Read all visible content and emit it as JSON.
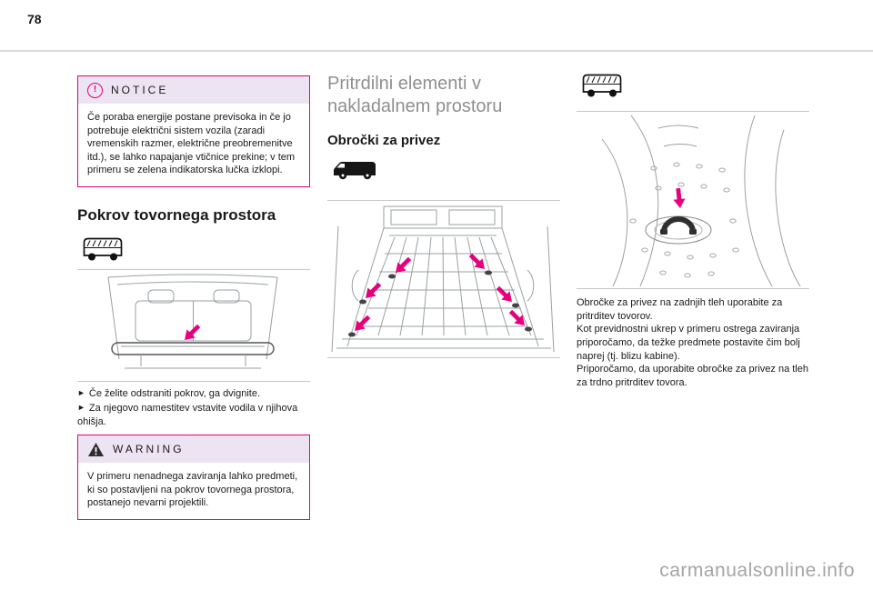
{
  "page": {
    "number": "78",
    "watermark": "carmanualsonline.info"
  },
  "colors": {
    "accent_magenta": "#e6007e",
    "alert_header_background": "#ece4f2",
    "muted_heading_gray": "#8f8f8f",
    "line_art_gray": "#9aa0a3"
  },
  "notice_box": {
    "title": "NOTICE",
    "icon": "exclamation-circle-icon",
    "body": "Če poraba energije postane previsoka in če jo potrebuje električni sistem vozila (zaradi vremenskih razmer, električne preobremenitve itd.), se lahko napajanje vtičnice prekine; v tem primeru se zelena indikatorska lučka izklopi."
  },
  "cargo_cover_section": {
    "heading": "Pokrov tovornega prostora",
    "bullet_char": "►",
    "bullets": [
      "Če želite odstraniti pokrov, ga dvignite.",
      "Za njegovo namestitev vstavite vodila v njihova ohišja."
    ]
  },
  "warning_box": {
    "title": "WARNING",
    "icon": "warning-triangle-icon",
    "body": "V primeru nenadnega zaviranja lahko predmeti, ki so postavljeni na pokrov tovornega prostora, postanejo nevarni projektili."
  },
  "fastening_section": {
    "heading": "Pritrdilni elementi v nakladalnem prostoru",
    "subheading": "Obročki za privez"
  },
  "tie_down_text": {
    "paragraphs": [
      "Obročke za privez na zadnjih tleh uporabite za pritrditev tovorov.",
      "Kot previdnostni ukrep v primeru ostrega zaviranja priporočamo, da težke predmete postavite čim bolj naprej (tj. blizu kabine).",
      "Priporočamo, da uporabite obročke za privez na tleh za trdno pritrditev tovora."
    ]
  }
}
